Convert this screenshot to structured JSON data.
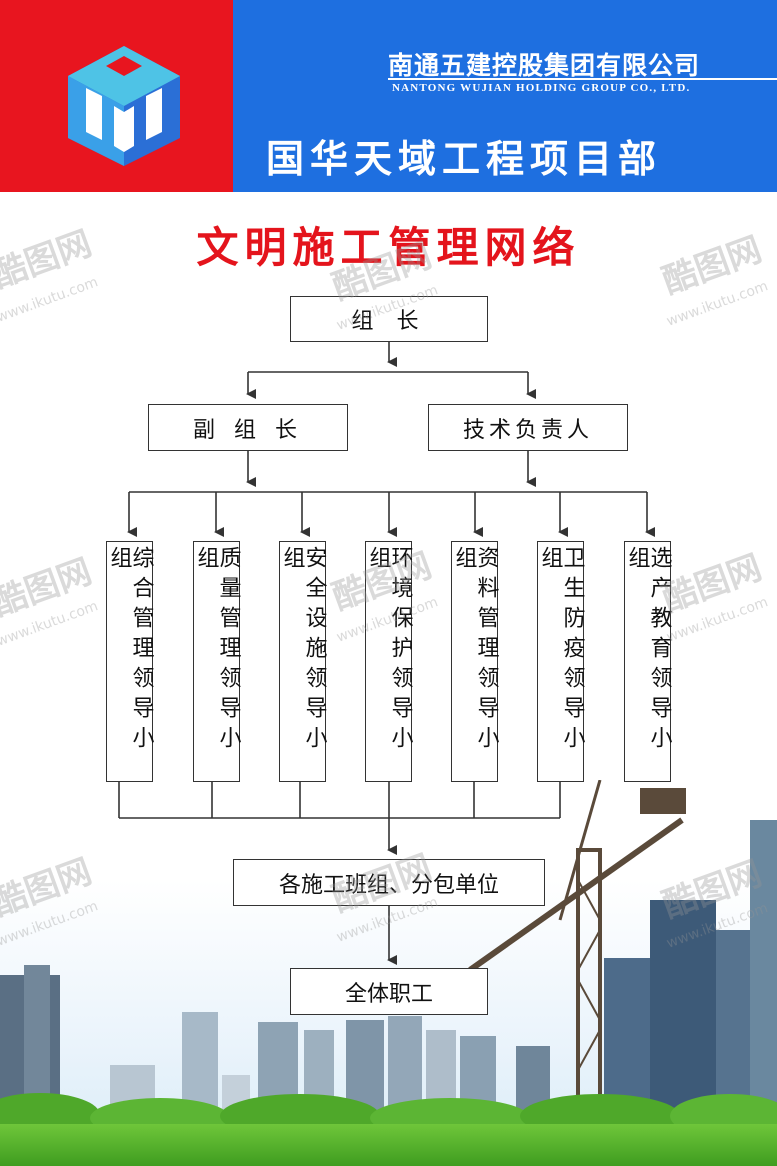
{
  "header": {
    "company_cn": "南通五建控股集团有限公司",
    "company_en": "NANTONG WUJIAN HOLDING GROUP CO., LTD.",
    "project": "国华天域工程项目部",
    "colors": {
      "red": "#e8151f",
      "blue": "#1e6fe0"
    }
  },
  "title": "文明施工管理网络",
  "org": {
    "leader": "组  长",
    "deputy": "副 组 长",
    "tech": "技术负责人",
    "groups": [
      "综合管理领导小组",
      "质量管理领导小组",
      "安全设施领导小组",
      "环境保护领导小组",
      "资料管理领导小组",
      "卫生防疫领导小组",
      "选产教育领导小组"
    ],
    "units": "各施工班组、分包单位",
    "staff": "全体职工"
  },
  "watermark": {
    "brand": "酷图网",
    "url": "www.ikutu.com"
  },
  "colors": {
    "title": "#e4141c",
    "line": "#333333"
  }
}
